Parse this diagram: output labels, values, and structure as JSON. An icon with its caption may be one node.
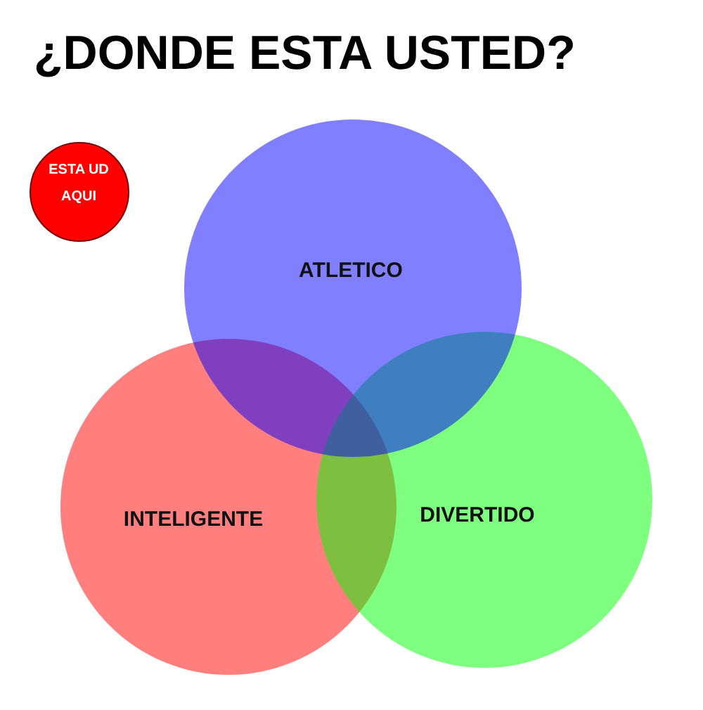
{
  "diagram": {
    "title": "¿DONDE ESTA USTED?",
    "nodes": [
      {
        "text": [
          "ESTA UD AQUI"
        ]
      },
      {
        "text": [
          "ATLETICO"
        ]
      },
      {
        "text": [
          "INTELIGENTE"
        ]
      },
      {
        "text": [
          "DIVERTIDO"
        ]
      }
    ]
  }
}
